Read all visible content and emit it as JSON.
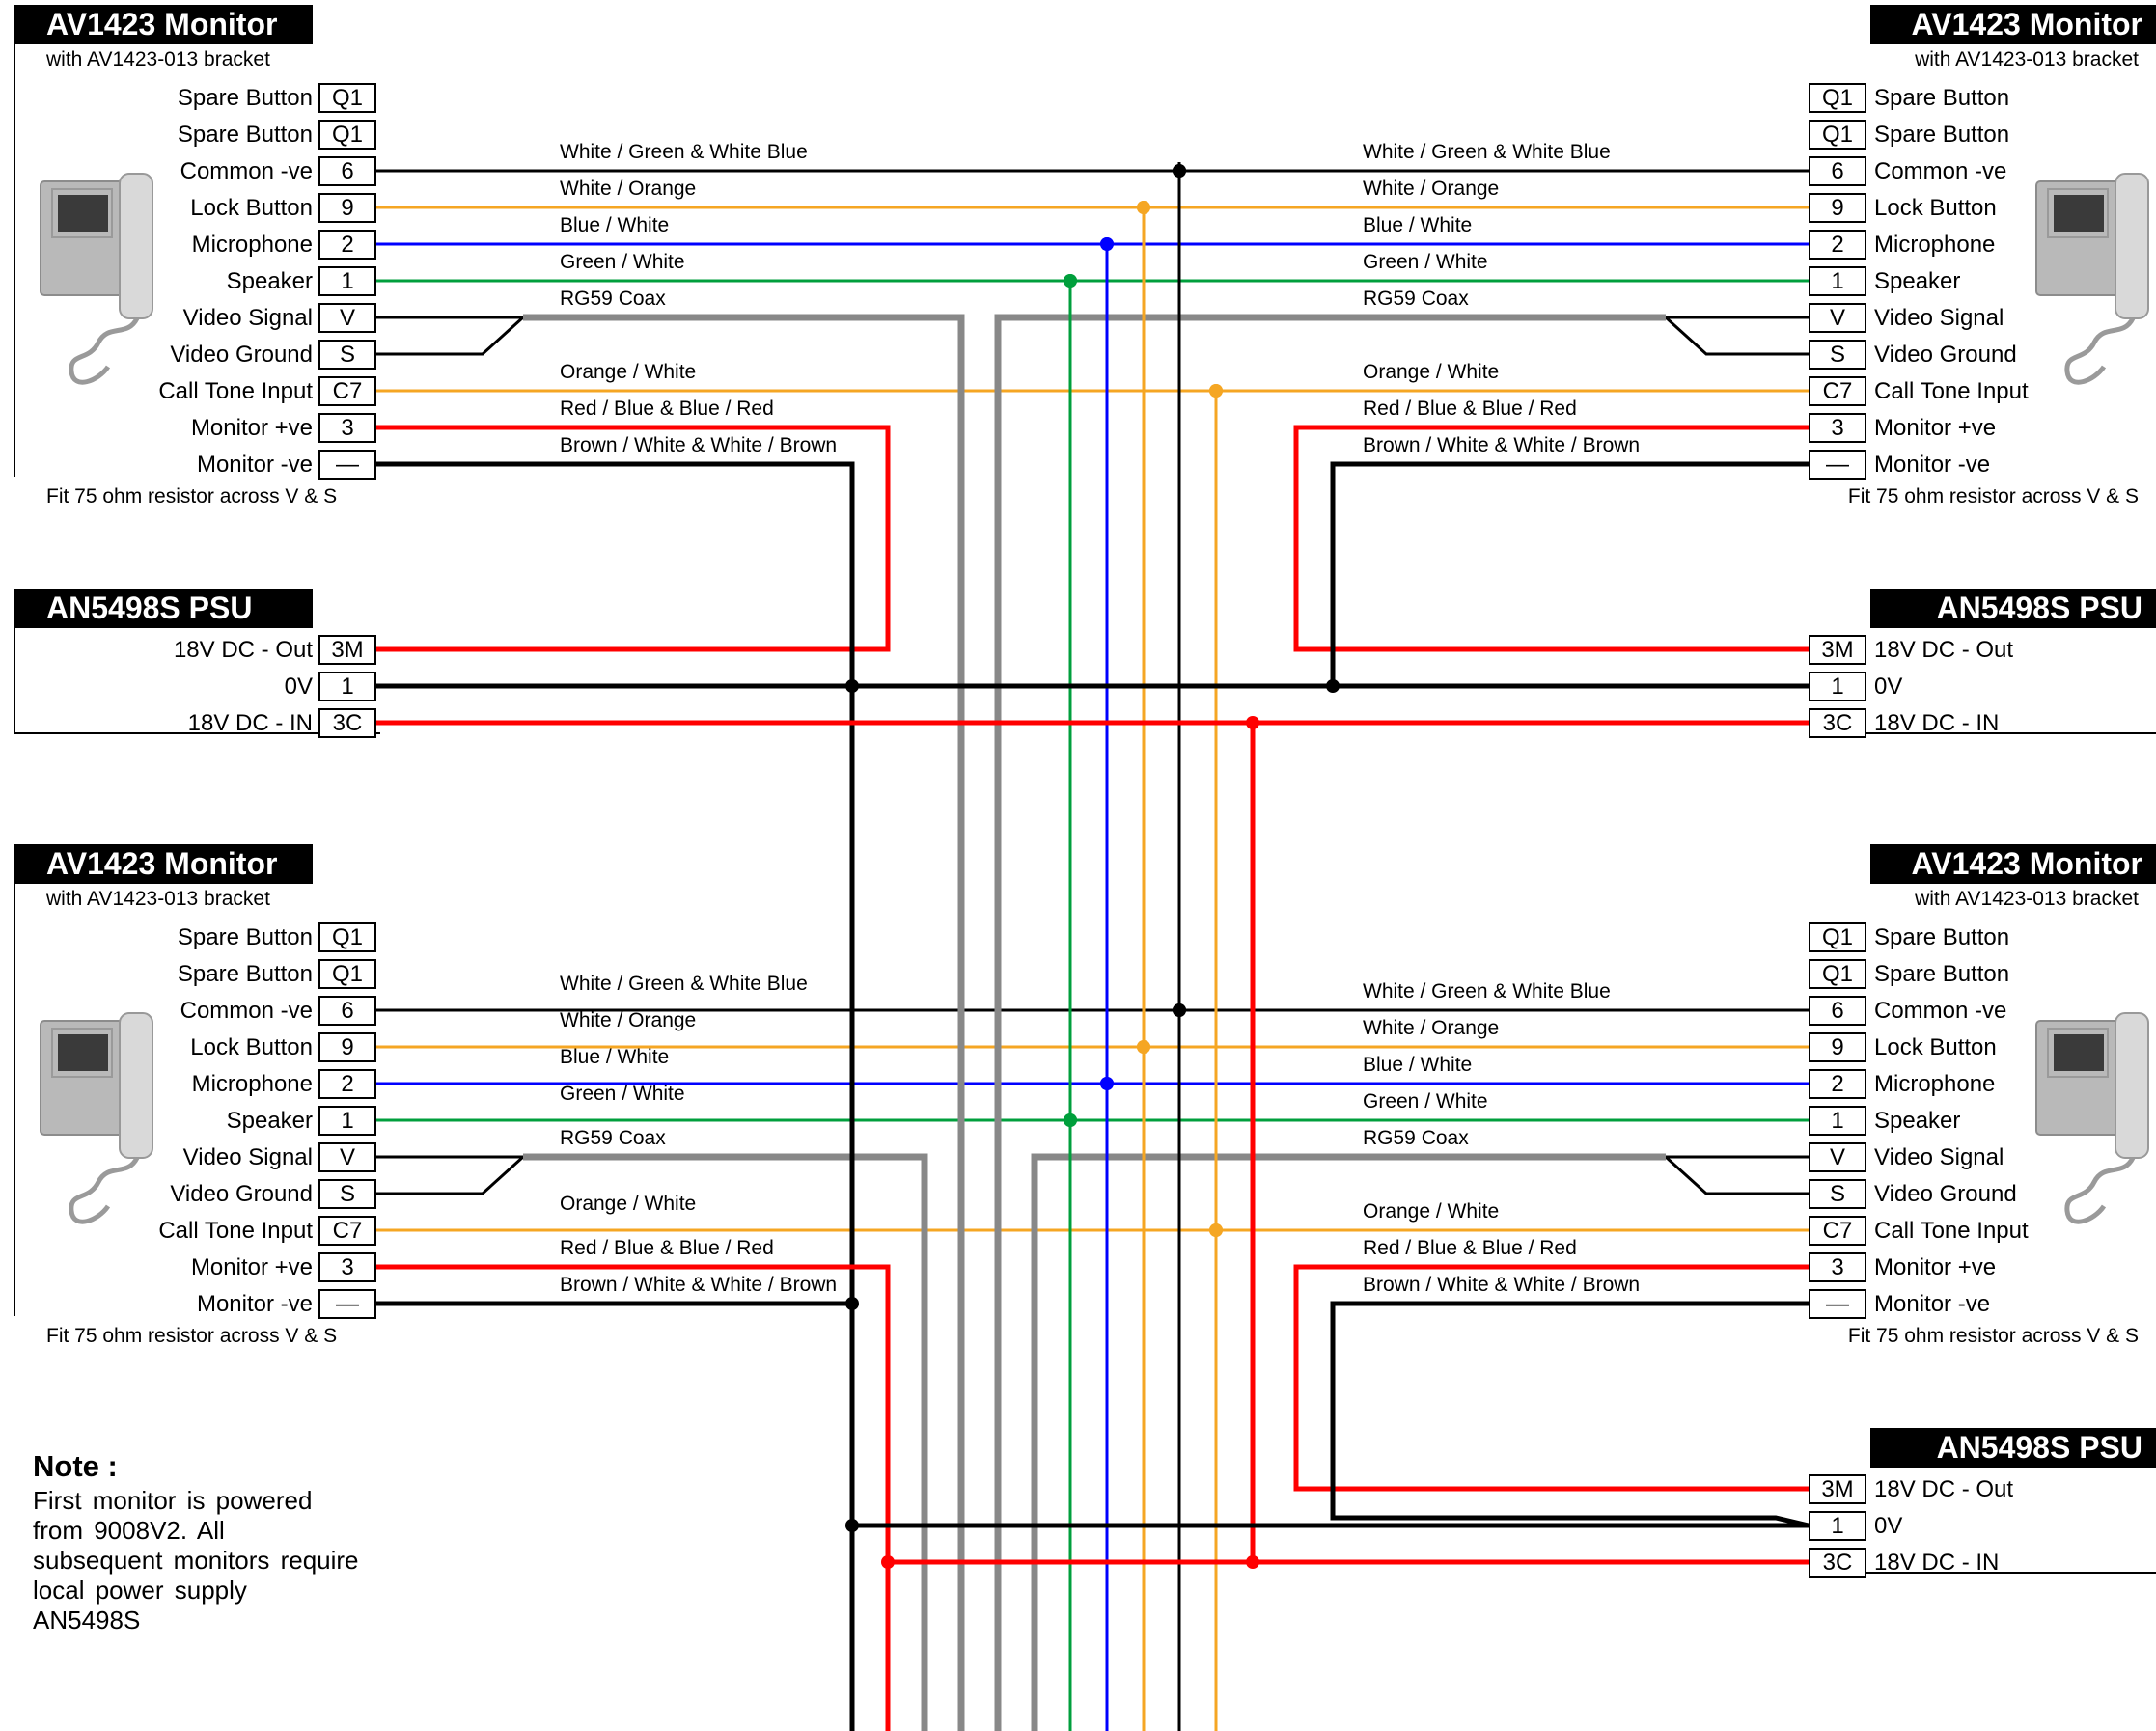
{
  "monitor_header": {
    "title": "AV1423 Monitor",
    "subtitle": "with AV1423-013 bracket",
    "fit_note": "Fit 75 ohm resistor across V & S"
  },
  "psu_header": {
    "title": "AN5498S PSU"
  },
  "monitor_terminals": [
    {
      "id": "Q1",
      "label": "Spare Button"
    },
    {
      "id": "Q1",
      "label": "Spare Button"
    },
    {
      "id": "6",
      "label": "Common -ve"
    },
    {
      "id": "9",
      "label": "Lock Button"
    },
    {
      "id": "2",
      "label": "Microphone"
    },
    {
      "id": "1",
      "label": "Speaker"
    },
    {
      "id": "V",
      "label": "Video Signal"
    },
    {
      "id": "S",
      "label": "Video Ground"
    },
    {
      "id": "C7",
      "label": "Call Tone Input"
    },
    {
      "id": "3",
      "label": "Monitor +ve"
    },
    {
      "id": "—",
      "label": "Monitor -ve"
    }
  ],
  "psu_terminals": [
    {
      "id": "3M",
      "label": "18V DC - Out"
    },
    {
      "id": "1",
      "label": "0V"
    },
    {
      "id": "3C",
      "label": "18V DC - IN"
    }
  ],
  "wire_labels": [
    "White / Green & White Blue",
    "White / Orange",
    "Blue / White",
    "Green / White",
    "RG59 Coax",
    "Orange / White",
    "Red / Blue & Blue / Red",
    "Brown / White & White / Brown"
  ],
  "note": {
    "title": "Note :",
    "lines": [
      "First monitor is powered",
      "from  9008V2.   All",
      "subsequent monitors require",
      "local  power  supply",
      "AN5498S"
    ]
  },
  "colors": {
    "common": "#000000",
    "orange": "#f5a623",
    "blue": "#0000ff",
    "green": "#009f3c",
    "coax": "#888888",
    "power": "#ff0000"
  }
}
